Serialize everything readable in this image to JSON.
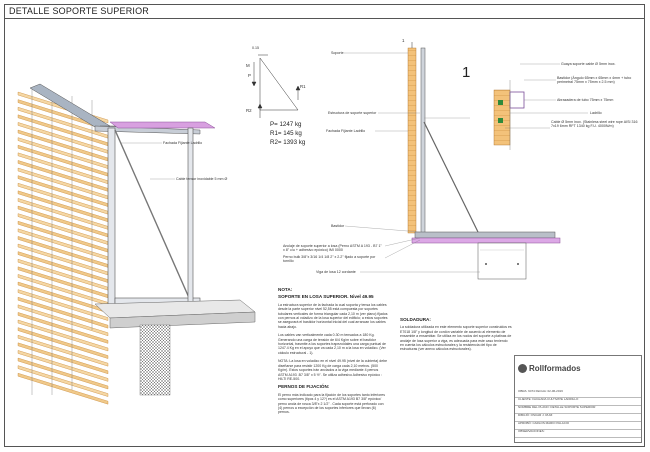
{
  "sheet": {
    "title": "DETALLE SOPORTE SUPERIOR"
  },
  "statics": {
    "m_label": "M",
    "p_label": "P",
    "r1_label": "R1",
    "r2_label": "R2",
    "p_value": "P= 1247 kg",
    "r1_value": "R1= 145 kg",
    "r2_value": "R2= 1393 kg"
  },
  "iso_labels": {
    "fachada": "Fachada Fijiante Ladrillo",
    "cable": "Cable tensor inoxidable 5 mm Ø"
  },
  "section_labels": {
    "soporte": "Soporte",
    "estructura": "Estructura de soporte superior",
    "fachada": "Fachada Fijiante Ladrillo",
    "bastidor": "Bastidor",
    "anclaje": "Anclaje de soporte superior a losa (Perno ASTM A 193 - B7 1\" x 8\" c/u + adhesivo epóxico) IMI 0000",
    "perno": "Perno bulk 3/8\"x 3/16 1/4 1/8 2\" x 2.2\" fijado a soporte por tornillo",
    "viga": "Viga de losa 12 cordante"
  },
  "detail": {
    "number": "1",
    "section_number": "1",
    "guaya": "Guaya soporte cable Ø 5mm inox.",
    "bastidor": "Bastidor (Ángulo 65mm x 65mm x 4mm + tubo perimetral 75mm x 75mm x 2.5 mm)",
    "abrazadera": "Abrazadera de tubo 75mm x 75mm",
    "ladrillo": "Ladrillo",
    "cable": "Cable Ø 5mm inox. (Stainless steel wire rope AISI 316 7x19 6mm RFT 1340 kg F.U. 4000N/m)"
  },
  "notes": {
    "nota1_title": "NOTA:",
    "nota1_subtitle": "SOPORTE EN LOSA SUPERIOR. Nivel 49.95",
    "nota1_p1": "La estructura superior de la fachada la cual soporta y tensa los cables desde la parte superior nivel 52,55 está compuesta por soportes tubulares verticales de forma triangular cada 2,10 m (ver plano) fijados con pernos al voladizo de la losa superior del edificio; a estos soportes se asegurará el bastidor horizontal inicial del cual arrancan los cables hacia abajo.",
    "nota1_p2": "Los cables van verticalmente cada 0.30 m tensados a 180 Kg. Generando una carga de tensión de 6/4 Kg/m sobre el bastidor horizontal, trasmite a los soportes trapezoidales una carga puntual de 1247.4 Kg en el apoyo que va cada 2,10 m a la losa en voladizo. (Ver cálculo estructural - 1).",
    "nota1_p3": "NOTA: La losa en voladizo en el nivel 49.95 (nivel de la cubierta) debe diseñarse para resistir 1200 Kg de carga cada 2,10 metros. (500 Kg/m). Estos soportes irán anclados a la viga mediante 4 pernos ASTM A193 .B7 3/8\" x 5 ½\". Se utiliza adhesivo Adhesivo epóxico : HILTI RE-500.",
    "fijacion_title": "PERNOS DE FIJACIÓN:",
    "fijacion_p": "El perno más indicado para la fijación de los soportes tanto inferiores como superiores (tipos 4 y 12?) es el ASTM A193 B7 3/8\" epóxico/ perno ancla de rosca 3/8\"x 2 1/2\" . Cada soporte está perforado con (4) pernos a excepción de los soportes inferiores que llevan (6) pernos.",
    "soldadura_title": "SOLDADURA:",
    "soldadura_p": "La soldadura utilizada en este elemento soporte superior construidos es E7018 1/8\" y longitud de cordón variable de acuerdo al elemento de ensamble a ensamblar. Se utiliza en los nodos del soporte a platinas de anclaje de losa superior a viga, es adecuada para este caso teniendo en cuenta los cálculos estructurales y la resistencia del tipo de estructuras (ver anexo cálculos estructurales)."
  },
  "title_block": {
    "logo": "Rollformados",
    "rows": [
      "OBRA: 9474                                    FECHA: 02-06-2016",
      "CLIENTE: FACHADA CULTIVATE LADRILLO",
      "NOMBRE DEL PLANO: DETALLE SOPORTE SUPERIOR",
      "DIBUJÓ: OSCAR J. RUIZ",
      "APROBÓ: CARLOS MARIO PALACIO",
      "OBSERVACIONES:"
    ]
  }
}
